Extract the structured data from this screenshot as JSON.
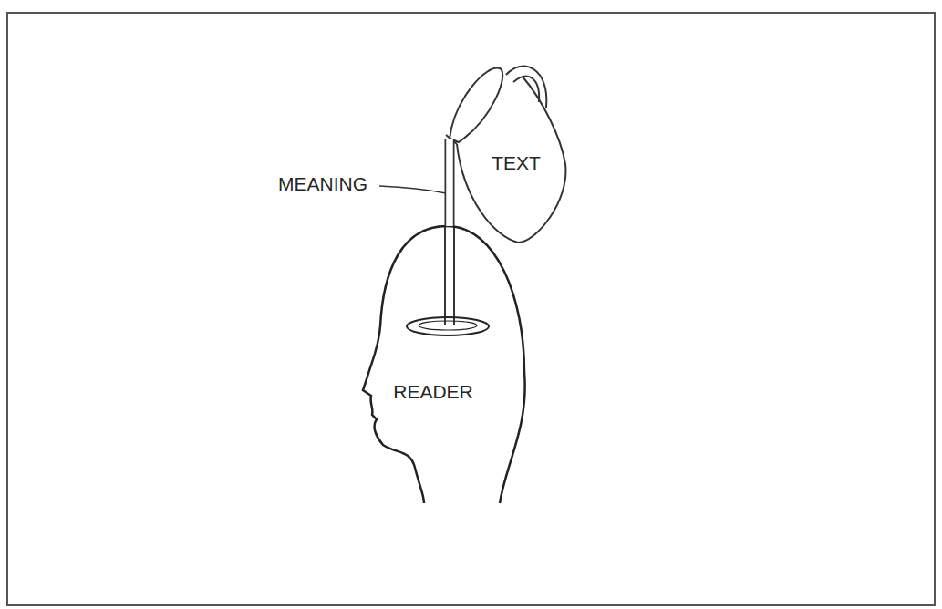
{
  "diagram": {
    "nodes": [
      {
        "text": [
          "TEXT"
        ]
      },
      {
        "text": [
          "READER"
        ]
      }
    ],
    "edges": [
      {
        "from": 0,
        "to": 1,
        "arrow": "none",
        "label": "MEANING"
      }
    ]
  }
}
